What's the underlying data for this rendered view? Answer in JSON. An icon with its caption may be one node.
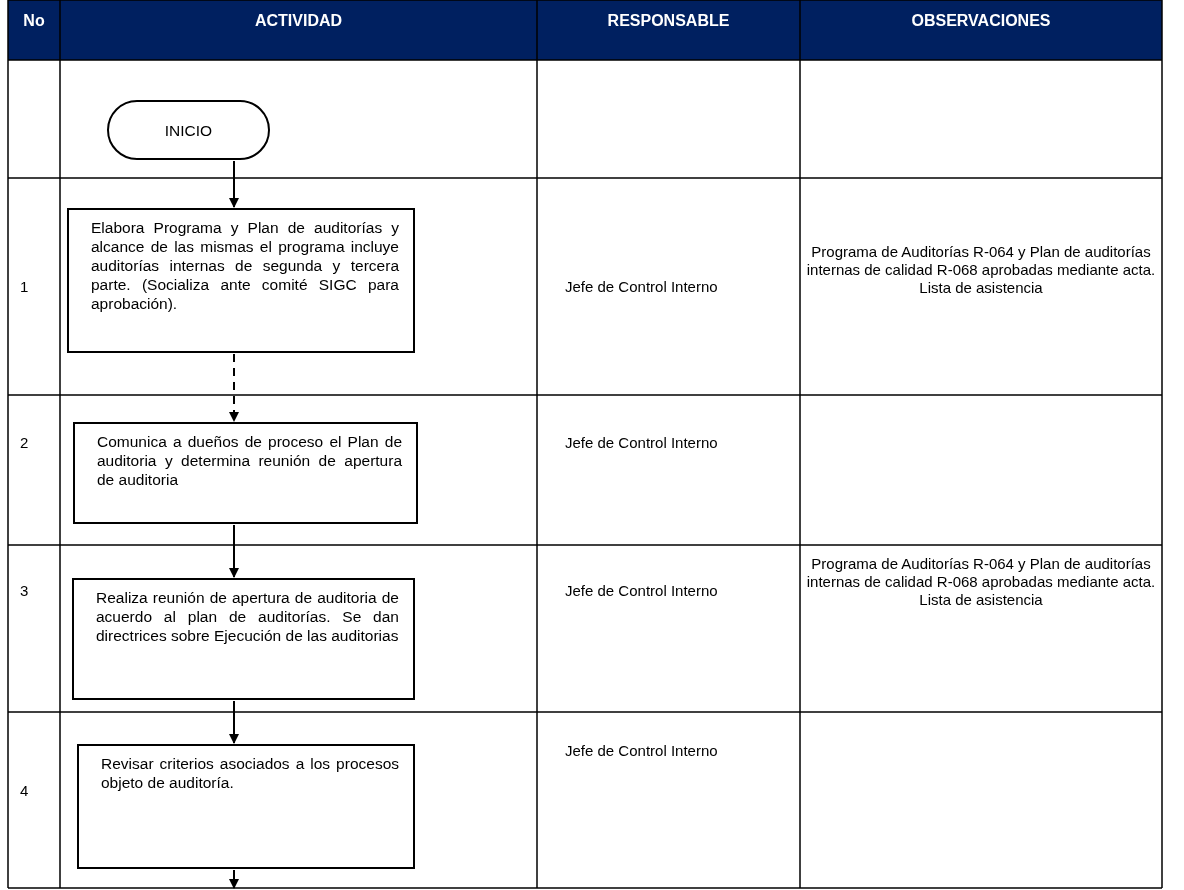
{
  "diagram": {
    "nodes": [
      {
        "text": [
          "INICIO"
        ]
      },
      {
        "text": [
          "Elabora Programa y Plan de auditorías y alcance de las mismas el programa incluye auditorías internas de segunda y tercera parte. (Socializa ante comité SIGC para aprobación)."
        ]
      },
      {
        "text": [
          "Comunica a dueños de proceso el Plan de auditoria y determina reunión de apertura de auditoria"
        ]
      },
      {
        "text": [
          "Realiza reunión de apertura de auditoria de acuerdo al plan de auditorías. Se dan directrices sobre Ejecución de las auditorias"
        ]
      },
      {
        "text": [
          "Revisar criterios asociados a los procesos objeto de auditoría."
        ]
      }
    ],
    "edges": [
      {
        "from": 0,
        "to": 1,
        "arrow": "to"
      },
      {
        "from": 1,
        "to": 2,
        "arrow": "to",
        "style": "dashed"
      },
      {
        "from": 2,
        "to": 3,
        "arrow": "to"
      },
      {
        "from": 3,
        "to": 4,
        "arrow": "to"
      },
      {
        "from": 4,
        "to": null,
        "arrow": "to"
      }
    ],
    "labels": [
      "No",
      "ACTIVIDAD",
      "RESPONSABLE",
      "OBSERVACIONES",
      "1",
      "Jefe de Control Interno",
      "Programa de Auditorías R-064 y Plan de auditorías internas de calidad R-068 aprobadas mediante acta. Lista de asistencia",
      "2",
      "Jefe de Control Interno",
      "3",
      "Jefe de Control Interno",
      "Programa de Auditorías R-064 y Plan de auditorías internas de calidad R-068 aprobadas mediante acta. Lista de asistencia",
      "4",
      "Jefe de Control Interno"
    ]
  }
}
